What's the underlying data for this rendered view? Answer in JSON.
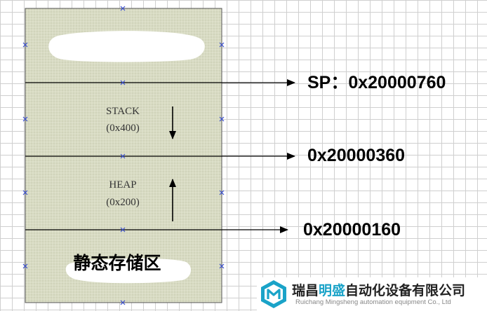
{
  "memory_map": {
    "regions": [
      {
        "id": "top",
        "label": ""
      },
      {
        "id": "stack",
        "label": "STACK",
        "size": "(0x400)",
        "direction": "down"
      },
      {
        "id": "heap",
        "label": "HEAP",
        "size": "(0x200)",
        "direction": "up"
      },
      {
        "id": "static",
        "label": "静态存储区"
      }
    ],
    "addresses": [
      {
        "id": "sp",
        "text": "SP：0x20000760"
      },
      {
        "id": "stack-bottom",
        "text": "0x20000360"
      },
      {
        "id": "heap-bottom",
        "text": "0x20000160"
      }
    ]
  },
  "logo": {
    "name_prefix": "瑞昌",
    "name_highlight": "明盛",
    "name_suffix": "自动化设备有限公司",
    "subtitle": "Ruichang Mingsheng automation equipment Co., Ltd"
  },
  "colors": {
    "region_fill": "#d9dcc4",
    "marker": "#3a4fd0",
    "line": "#000000",
    "logo_accent": "#1aa3c8"
  }
}
